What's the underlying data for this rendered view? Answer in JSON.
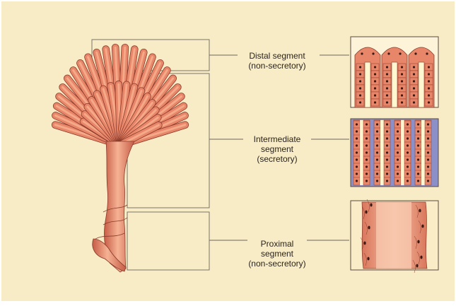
{
  "labels": {
    "distal": {
      "line1": "Distal segment",
      "line2": "(non-secretory)"
    },
    "intermediate": {
      "line1": "Intermediate",
      "line2": "segment",
      "line3": "(secretory)"
    },
    "proximal": {
      "line1": "Proximal",
      "line2": "segment",
      "line3": "(non-secretory)"
    }
  },
  "colors": {
    "background": "#f8ecc6",
    "tissue": "#e8866a",
    "tissue_light": "#f4a989",
    "outline": "#8a3a2a",
    "nucleus": "#3a1a14",
    "secretion": "#8c90c8",
    "lumen": "#fff7d0"
  }
}
